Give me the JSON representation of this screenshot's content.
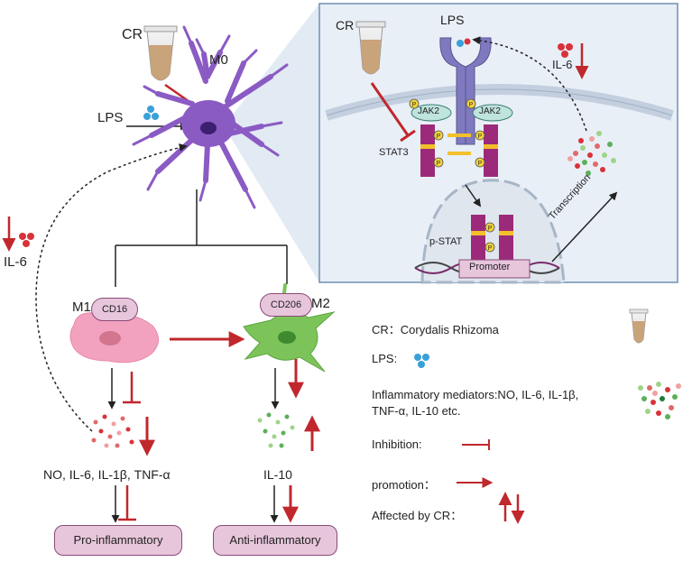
{
  "labels": {
    "cr": "CR",
    "m0": "M0",
    "lps": "LPS",
    "il6": "IL-6",
    "m1": "M1",
    "cd16": "CD16",
    "cd206": "CD206",
    "m2": "M2",
    "pro_mediators": "NO, IL-6, IL-1β, TNF-α",
    "il10": "IL-10",
    "pro_inflammatory": "Pro-inflammatory",
    "anti_inflammatory": "Anti-inflammatory"
  },
  "inset": {
    "cr": "CR",
    "lps": "LPS",
    "il6": "IL-6",
    "jak2_left": "JAK2",
    "jak2_right": "JAK2",
    "stat3": "STAT3",
    "pstat": "p-STAT",
    "promoter": "Promoter",
    "transcription": "Transcription",
    "p": "P"
  },
  "legend": {
    "cr_key": "CR：",
    "cr_value": "Corydalis Rhizoma",
    "lps": "LPS:",
    "mediators_line1": "Inflammatory mediators:NO, IL-6, IL-1β,",
    "mediators_line2": "TNF-α, IL-10 etc.",
    "inhibition": "Inhibition:",
    "promotion": "promotion：",
    "affected": "Affected by CR："
  },
  "colors": {
    "red": "#c0282d",
    "microglia": "#8b5bc4",
    "m1_cell": "#f2a2be",
    "m2_cell": "#7cc45a",
    "stat": "#9c2a7a",
    "phospho": "#f2d23a",
    "receptor": "#7f79c0",
    "inset_bg": "#e9eff7",
    "nucleus": "#dfe6ee",
    "pill": "#e7c6dc"
  }
}
